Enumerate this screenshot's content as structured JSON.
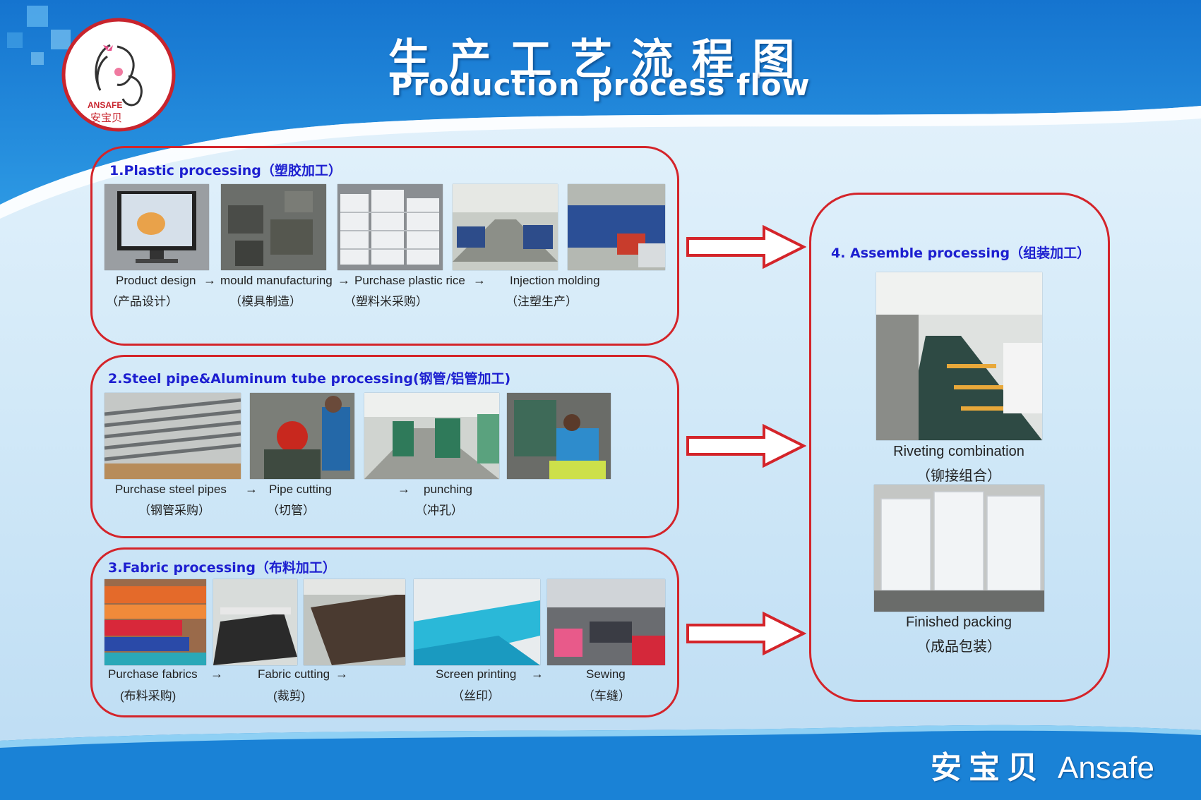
{
  "header": {
    "title_cn": "生产工艺流程图",
    "title_en": "Production process flow"
  },
  "logo": {
    "brand_en": "ANSAFE",
    "brand_cn": "安宝贝"
  },
  "sections": {
    "plastic": {
      "title": "1.Plastic processing（塑胶加工）",
      "steps": [
        {
          "en": "Product design",
          "cn": "（产品设计）"
        },
        {
          "en": "mould manufacturing",
          "cn": "（模具制造）"
        },
        {
          "en": "Purchase plastic rice",
          "cn": "（塑料米采购）"
        },
        {
          "en": "Injection molding",
          "cn": "（注塑生产）"
        }
      ]
    },
    "steel": {
      "title": "2.Steel pipe&Aluminum tube processing(钢管/铝管加工)",
      "steps": [
        {
          "en": "Purchase steel pipes",
          "cn": "（钢管采购）"
        },
        {
          "en": "Pipe cutting",
          "cn": "（切管）"
        },
        {
          "en": "punching",
          "cn": "（冲孔）"
        }
      ]
    },
    "fabric": {
      "title": "3.Fabric processing（布料加工）",
      "steps": [
        {
          "en": "Purchase fabrics",
          "cn": "(布料采购)"
        },
        {
          "en": "Fabric cutting",
          "cn": "(裁剪)"
        },
        {
          "en": "Screen printing",
          "cn": "（丝印）"
        },
        {
          "en": "Sewing",
          "cn": "（车缝）"
        }
      ]
    },
    "assemble": {
      "title": "4. Assemble processing（组装加工）",
      "steps": [
        {
          "en": "Riveting combination",
          "cn": "（铆接组合）"
        },
        {
          "en": "Finished packing",
          "cn": "（成品包装）"
        }
      ]
    }
  },
  "flow_arrow": "→",
  "footer": {
    "brand_cn": "安宝贝",
    "brand_en": "Ansafe"
  },
  "colors": {
    "accent_red": "#d4242a",
    "title_blue": "#1d1fd0",
    "band_blue": "#1a82d6"
  }
}
